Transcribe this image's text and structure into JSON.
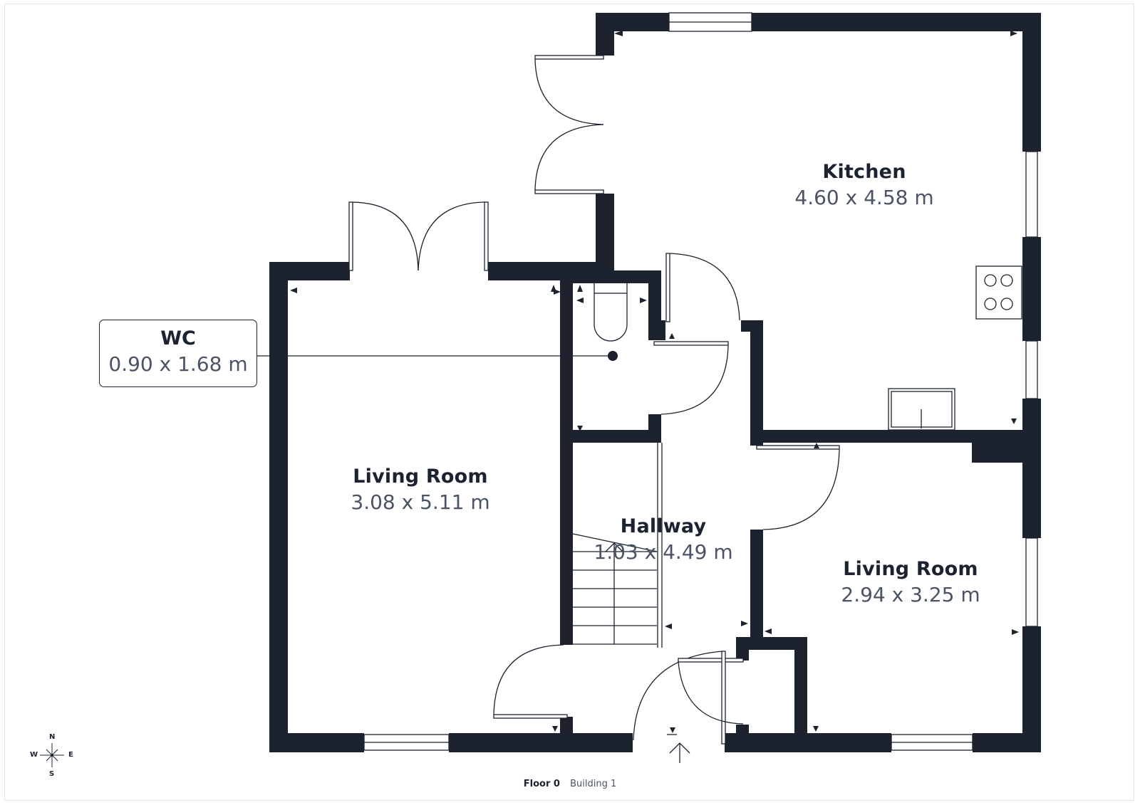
{
  "plan": {
    "wall_color": "#1c232f",
    "line_color": "#1c232f",
    "text_dark": "#1c2330",
    "text_muted": "#4a5466"
  },
  "rooms": [
    {
      "name": "Kitchen",
      "dims": "4.60 x 4.58 m"
    },
    {
      "name": "Living Room",
      "dims": "3.08 x 5.11 m"
    },
    {
      "name": "Hallway",
      "dims": "1.03 x 4.49 m"
    },
    {
      "name": "Living Room",
      "dims": "2.94 x 3.25 m"
    }
  ],
  "callout": {
    "name": "WC",
    "dims": "0.90 x 1.68 m"
  },
  "compass": {
    "n": "N",
    "s": "S",
    "e": "E",
    "w": "W"
  },
  "footer": {
    "floor": "Floor 0",
    "building": "Building 1"
  },
  "icons": [
    "compass-icon",
    "entrance-arrow-icon",
    "hob-icon",
    "sink-icon",
    "toilet-icon",
    "stairs-icon"
  ]
}
